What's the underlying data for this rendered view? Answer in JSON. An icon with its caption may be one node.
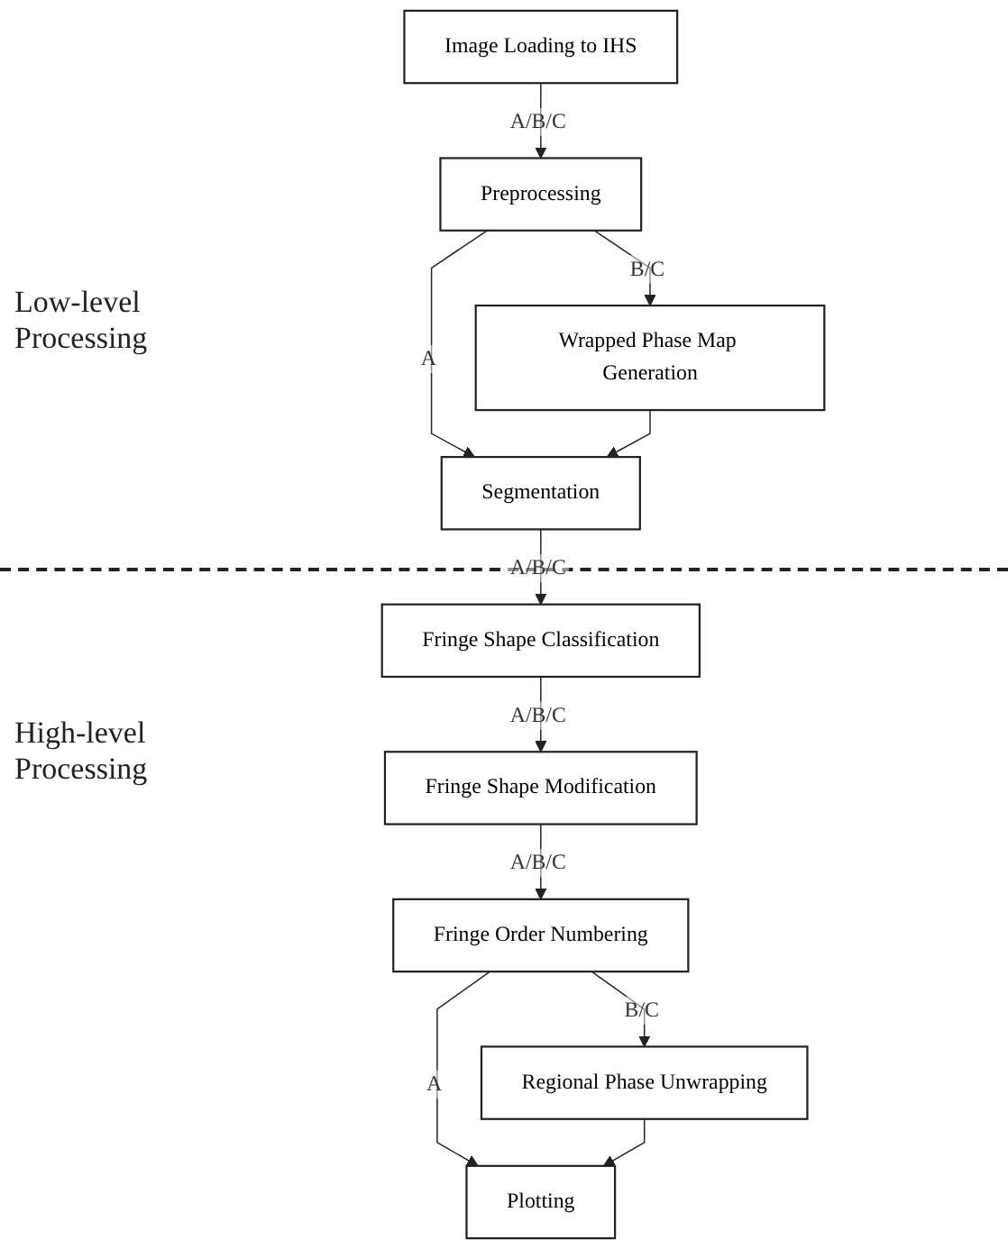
{
  "diagram": {
    "nodes": [
      {
        "text": [
          "Image Loading to IHS"
        ]
      },
      {
        "text": [
          "Preprocessing"
        ]
      },
      {
        "text": [
          "Wrapped Phase Map Generation"
        ]
      },
      {
        "text": [
          "Segmentation"
        ]
      },
      {
        "text": [
          "Fringe Shape Classification"
        ]
      },
      {
        "text": [
          "Fringe Shape Modification"
        ]
      },
      {
        "text": [
          "Fringe Order Numbering"
        ]
      },
      {
        "text": [
          "Regional Phase Unwrapping"
        ]
      },
      {
        "text": [
          "Plotting"
        ]
      }
    ],
    "edges": [
      {
        "from": 0,
        "to": 1,
        "arrow": "to",
        "label": "A/B/C"
      },
      {
        "from": 1,
        "to": 2,
        "arrow": "to",
        "label": "B/C"
      },
      {
        "from": 1,
        "to": 3,
        "arrow": "to",
        "label": "A"
      },
      {
        "from": 2,
        "to": 3,
        "arrow": "to"
      },
      {
        "from": 3,
        "to": 4,
        "arrow": "to",
        "label": "A/B/C"
      },
      {
        "from": 4,
        "to": 5,
        "arrow": "to",
        "label": "A/B/C"
      },
      {
        "from": 5,
        "to": 6,
        "arrow": "to",
        "label": "A/B/C"
      },
      {
        "from": 6,
        "to": 7,
        "arrow": "to",
        "label": "B/C"
      },
      {
        "from": 6,
        "to": 8,
        "arrow": "to",
        "label": "A"
      },
      {
        "from": 7,
        "to": 8,
        "arrow": "to"
      }
    ],
    "labels": [
      "Low-level Processing",
      "High-level Processing"
    ]
  }
}
